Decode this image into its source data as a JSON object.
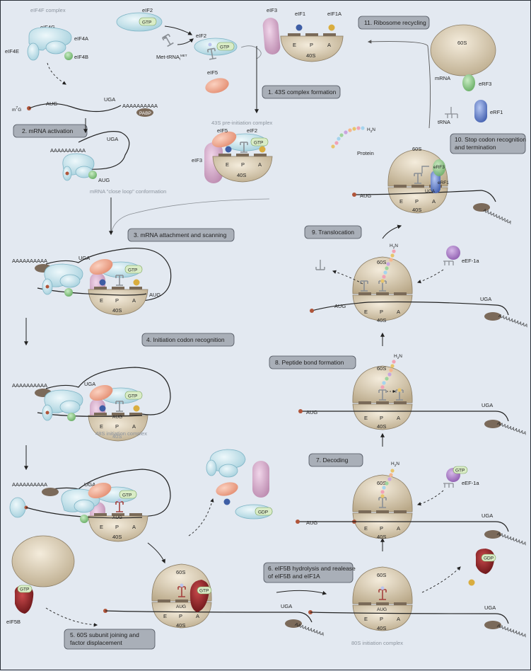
{
  "labels": {
    "complex": "eIF4F complex",
    "eif4g": "eIF4G",
    "eif4a": "eIF4A",
    "eif4e": "eIF4E",
    "eif4b": "eIF4B",
    "eif2": "eIF2",
    "eif3": "eIF3",
    "eif1": "eIF1",
    "eif1a": "eIF1A",
    "eif5": "eIF5",
    "eif5b": "eIF5B",
    "eef1a": "eEF-1a",
    "erf3": "eRF3",
    "erf1": "eRF1",
    "mrna": "mRNA",
    "trna": "tRNA",
    "met_trna": "Met-tRNA",
    "met_sup": "MET",
    "met_sub": "i",
    "m7g": "m",
    "m7g_sup": "7",
    "m7g_g": "G",
    "aug": "AUG",
    "uga": "UGA",
    "polya": "AAAAAAAAAA",
    "pabp": "PABP",
    "gtp": "GTP",
    "gdp": "GDP",
    "s40": "40S",
    "s60": "60S",
    "e": "E",
    "p": "P",
    "a": "A",
    "h2n_h": "H",
    "h2n_sub": "2",
    "h2n_n": "N",
    "protein": "Protein",
    "pic43": "43S pre-initiation complex",
    "closeloop": "mRNA \"close loop\" conformation",
    "ic48": "48S initiation complex",
    "ic80": "80S initiation complex"
  },
  "steps": [
    {
      "label": "1. 43S complex formation"
    },
    {
      "label": "2. mRNA activation"
    },
    {
      "label": "3. mRNA attachment and scanning"
    },
    {
      "label": "4. Initiation codon recognition"
    },
    {
      "label": "5. 60S subunit joining and",
      "label2": "factor displacement"
    },
    {
      "label": "6. eIF5B hydrolysis and realease",
      "label2": "of eIF5B and eIF1A"
    },
    {
      "label": "7. Decoding"
    },
    {
      "label": "8. Peptide bond formation"
    },
    {
      "label": "9. Translocation"
    },
    {
      "label": "10. Stop codon recognition",
      "label2": "and termination"
    },
    {
      "label": "11. Ribosome recycling"
    }
  ],
  "colors": {
    "ribosome": "#cfc1a6",
    "ribosome_edge": "#8d7e64",
    "eif4g": "#bde0ea",
    "eif3": "#d6a8c9",
    "eif5": "#f0a58a",
    "eif4b": "#7fbf7c",
    "gtp": "#d9ecc6",
    "eif5b": "#7c1a1c",
    "eef1a": "#a97cc3",
    "erf1": "#4f6fc5",
    "erf3": "#a6d39a",
    "pabp": "#7b6a5a",
    "cap": "#b0553a",
    "step_box": "#a9afb8"
  }
}
